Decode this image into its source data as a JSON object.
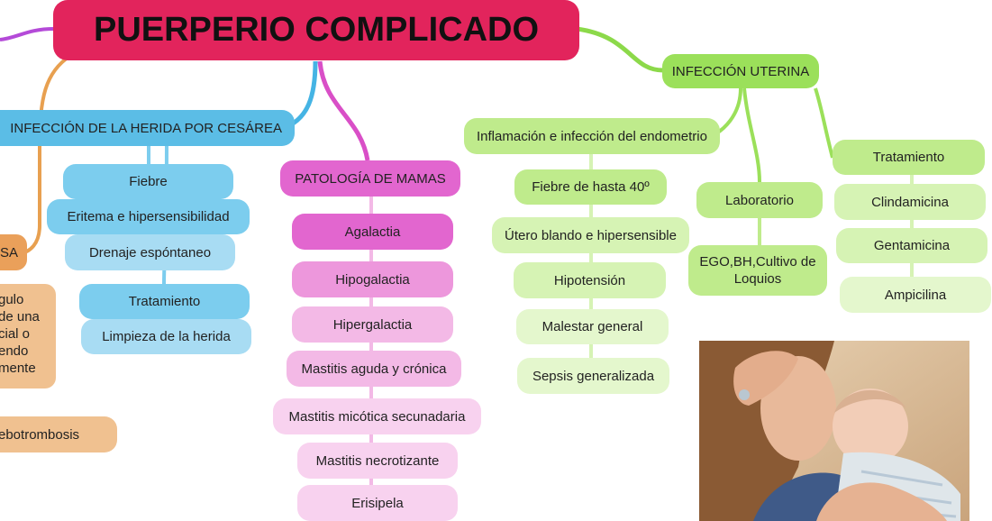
{
  "title": "PUERPERIO COMPLICADO",
  "left": {
    "sa_label": "SA",
    "orange_note_lines": [
      "gulo",
      "de una",
      "cial o",
      "endo",
      "mente"
    ],
    "flebotrombosis": "ebotrombosis"
  },
  "herida": {
    "label": "INFECCIÓN DE LA HERIDA POR CESÁREA",
    "items": [
      "Fiebre",
      "Eritema e hipersensibilidad",
      "Drenaje espóntaneo"
    ],
    "tratamiento_label": "Tratamiento",
    "tratamiento_item": "Limpieza de la herida"
  },
  "mamas": {
    "label": "PATOLOGÍA DE MAMAS",
    "items": [
      "Agalactia",
      "Hipogalactia",
      "Hipergalactia",
      "Mastitis aguda y crónica",
      "Mastitis micótica secunadaria",
      "Mastitis necrotizante",
      "Erisipela"
    ]
  },
  "uterina": {
    "label": "INFECCIÓN UTERINA",
    "endometrio_label": "Inflamación e infección del endometrio",
    "sintomas": [
      "Fiebre de hasta 40º",
      "Útero blando e hipersensible",
      "Hipotensión",
      "Malestar general",
      "Sepsis generalizada"
    ],
    "laboratorio_label": "Laboratorio",
    "laboratorio_item": "EGO,BH,Cultivo de Loquios",
    "tratamiento_label": "Tratamiento",
    "tratamiento_items": [
      "Clindamicina",
      "Gentamicina",
      "Ampicilina"
    ]
  },
  "colors": {
    "title": "#e2245c",
    "blue_branch": "#45b4e4",
    "pink_branch": "#d94fc7",
    "green_branch": "#8cd94a",
    "orange_branch": "#e8a050",
    "purple_branch": "#b44ad8"
  },
  "photo_icon": "mother-with-baby-photo"
}
